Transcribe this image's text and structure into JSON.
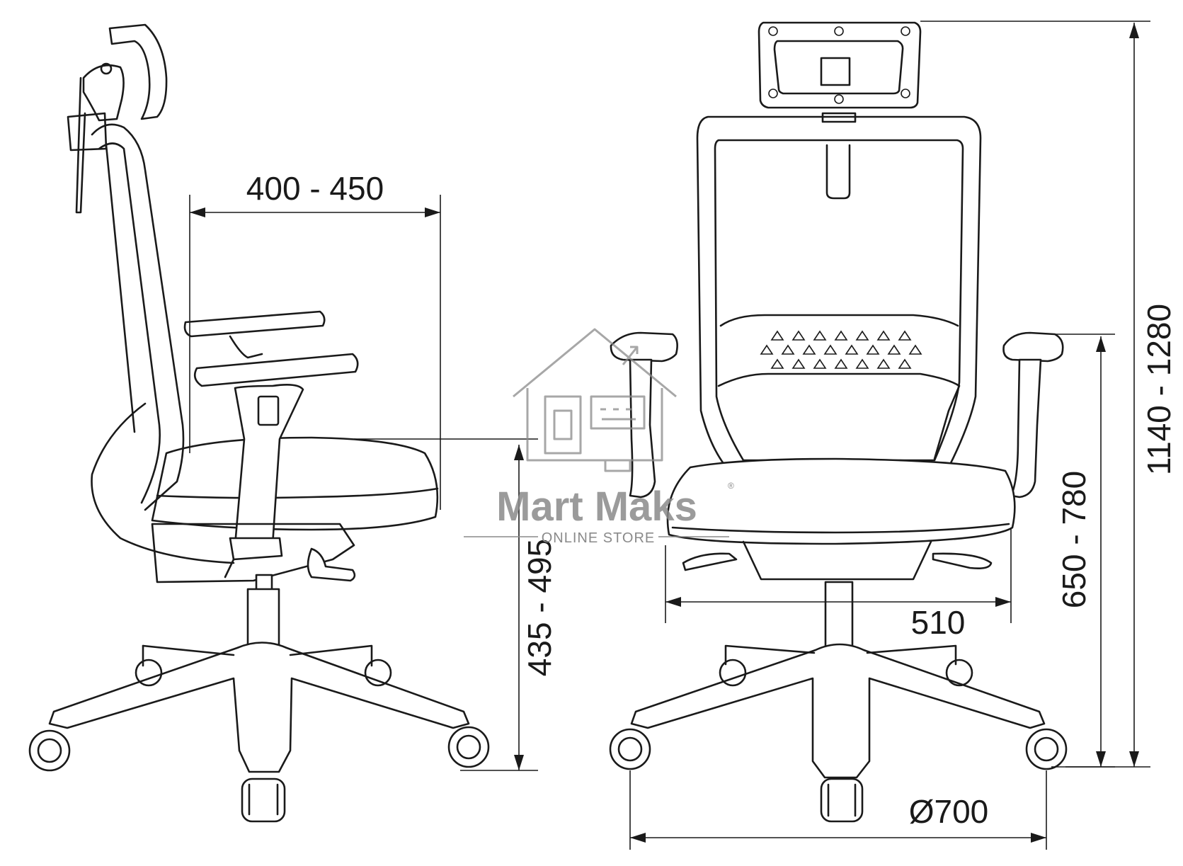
{
  "dimensions": {
    "seat_depth": "400 - 450",
    "seat_height": "435 - 495",
    "seat_width": "510",
    "armrest_height": "650 - 780",
    "total_height": "1140 - 1280",
    "base_diameter": "Ø700"
  },
  "watermark": {
    "brand": "Mart Maks",
    "tagline": "ONLINE STORE",
    "registered": "®"
  },
  "colors": {
    "line": "#1a1a1a",
    "watermark": "#8a8a8a",
    "background": "#ffffff"
  }
}
